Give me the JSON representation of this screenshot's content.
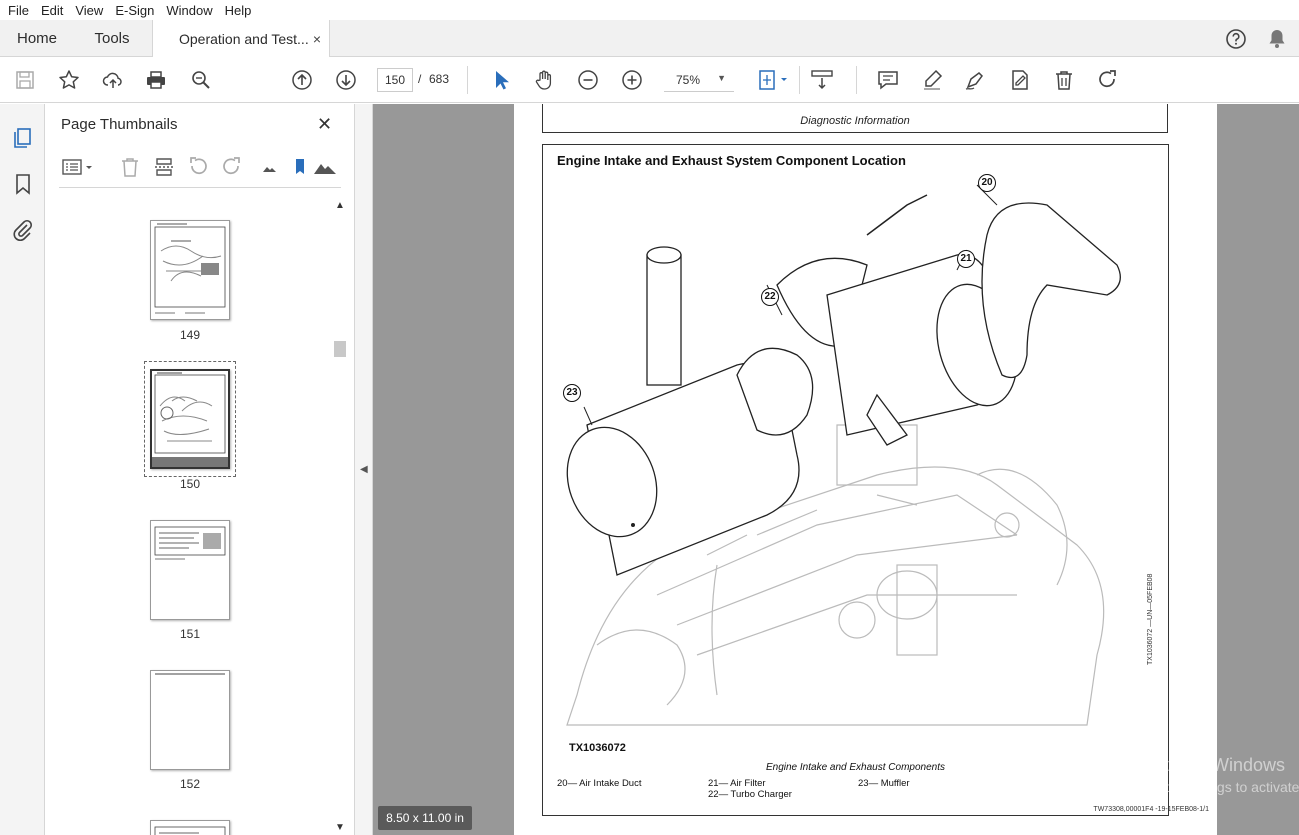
{
  "menu": [
    "File",
    "Edit",
    "View",
    "E-Sign",
    "Window",
    "Help"
  ],
  "tabs": {
    "home": "Home",
    "tools": "Tools",
    "document": "Operation and Test...",
    "close_glyph": "×"
  },
  "toolbar": {
    "current_page": "150",
    "page_separator": "/",
    "total_pages": "683",
    "zoom": "75%"
  },
  "thumbnails_panel": {
    "title": "Page Thumbnails",
    "close_glyph": "✕",
    "pages": [
      {
        "label": "149"
      },
      {
        "label": "150",
        "selected": true
      },
      {
        "label": "151"
      },
      {
        "label": "152"
      }
    ]
  },
  "document": {
    "header_caption": "Diagnostic Information",
    "figure_title": "Engine Intake and Exhaust System Component Location",
    "figure_id": "TX1036072",
    "figure_caption": "Engine Intake and Exhaust Components",
    "callouts": [
      "20",
      "21",
      "22",
      "23"
    ],
    "legend": {
      "col1": "20— Air Intake Duct",
      "col2_line1": "21— Air Filter",
      "col2_line2": "22— Turbo Charger",
      "col3": "23— Muffler"
    },
    "side_code": "TX1036072 —UN—05FEB08",
    "footer_code": "TW73308,00001F4 -19-15FEB08-1/1"
  },
  "status": {
    "page_size": "8.50 x 11.00 in"
  },
  "watermark": {
    "line1": "Activate Windows",
    "line2": "Go to Settings to activate"
  },
  "colors": {
    "accent": "#2a6ebb",
    "doc_background": "#989898"
  }
}
